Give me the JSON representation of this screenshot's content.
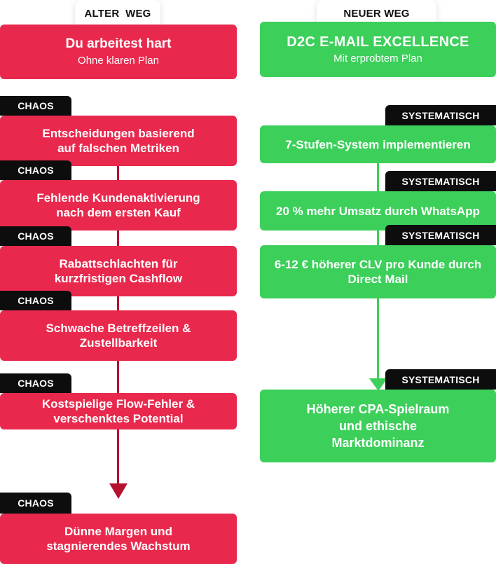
{
  "left": {
    "tab_label": "ALTER  WEG",
    "header": {
      "title": "Du arbeitest hart",
      "subtitle": "Ohne klaren Plan"
    },
    "badge_label": "CHAOS",
    "steps": [
      "Entscheidungen basierend\nauf falschen Metriken",
      "Fehlende Kundenaktivierung\nnach dem ersten Kauf",
      "Rabattschlachten für\nkurzfristigen Cashflow",
      "Schwache Betreffzeilen &\nZustellbarkeit",
      "Kostspielige Flow-Fehler &\nverschenktes Potential",
      "Dünne Margen und\nstagnierendes Wachstum"
    ]
  },
  "right": {
    "tab_label": "NEUER WEG",
    "header": {
      "title": "D2C E-MAIL EXCELLENCE",
      "subtitle": "Mit erprobtem Plan"
    },
    "badge_label": "SYSTEMATISCH",
    "steps": [
      "7-Stufen-System implementieren",
      "20 % mehr Umsatz durch WhatsApp",
      "6-12 € höherer CLV pro Kunde durch\nDirect Mail",
      "Höherer CPA-Spielraum\nund ethische\nMarktdominanz"
    ]
  },
  "colors": {
    "red": "#e8294d",
    "green": "#3ccf5a",
    "badge": "#0d0d0d",
    "arrow": "#b5122f"
  }
}
